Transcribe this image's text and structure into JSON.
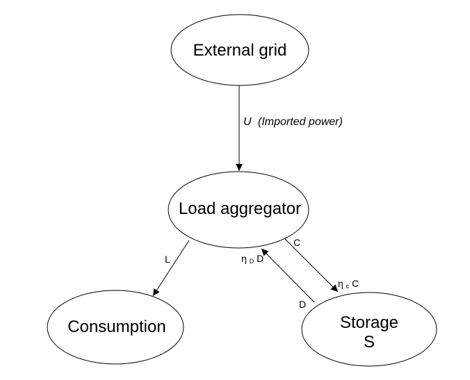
{
  "nodes": {
    "external_grid": {
      "label": "External grid"
    },
    "load_aggregator": {
      "label": "Load aggregator"
    },
    "consumption": {
      "label": "Consumption"
    },
    "storage": {
      "label_line1": "Storage",
      "label_line2": "S"
    }
  },
  "edges": {
    "import": {
      "symbol": "U",
      "description": "(Imported power)"
    },
    "consumption": {
      "label": "L"
    },
    "charge": {
      "label_out": "C",
      "eta": "η",
      "eta_sub": "c",
      "label_in": "C"
    },
    "discharge": {
      "label_out": "D",
      "eta": "η",
      "eta_sub": "D",
      "label_in": "D"
    }
  },
  "colors": {
    "stroke": "#000000",
    "fill": "#ffffff",
    "text": "#000000"
  }
}
